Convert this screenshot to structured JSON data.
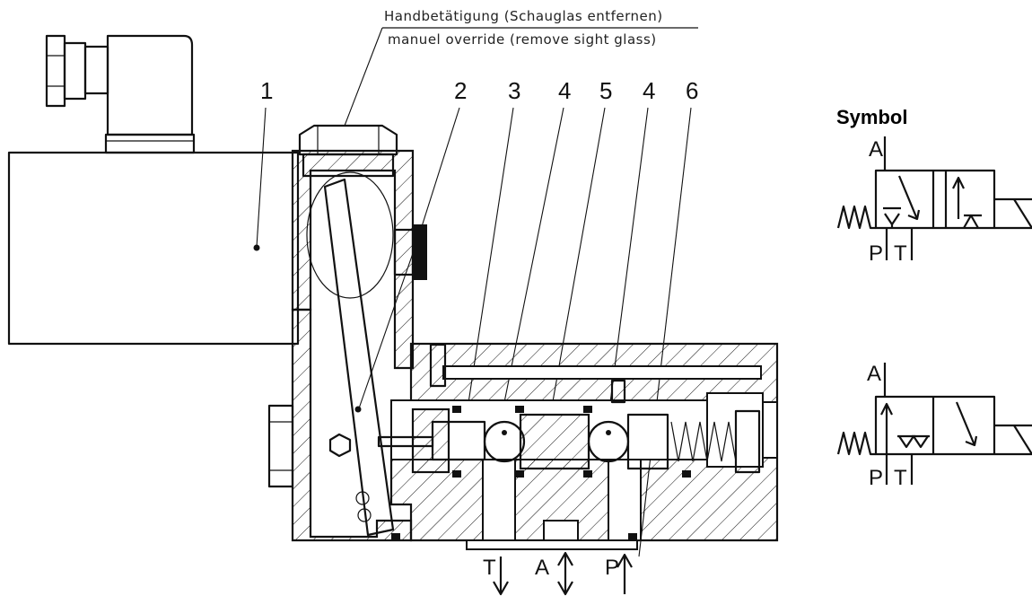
{
  "annotation": {
    "line_de": "Handbetätigung (Schauglas entfernen)",
    "line_en": "manuel override (remove sight glass)"
  },
  "part_numbers": [
    "1",
    "2",
    "3",
    "4",
    "5",
    "4",
    "6"
  ],
  "ports": [
    "T",
    "A",
    "P"
  ],
  "symbol_section": {
    "title": "Symbol",
    "top": {
      "port_a": "A",
      "port_p": "P",
      "port_t": "T"
    },
    "bottom": {
      "port_a": "A",
      "port_p": "P",
      "port_t": "T"
    }
  }
}
